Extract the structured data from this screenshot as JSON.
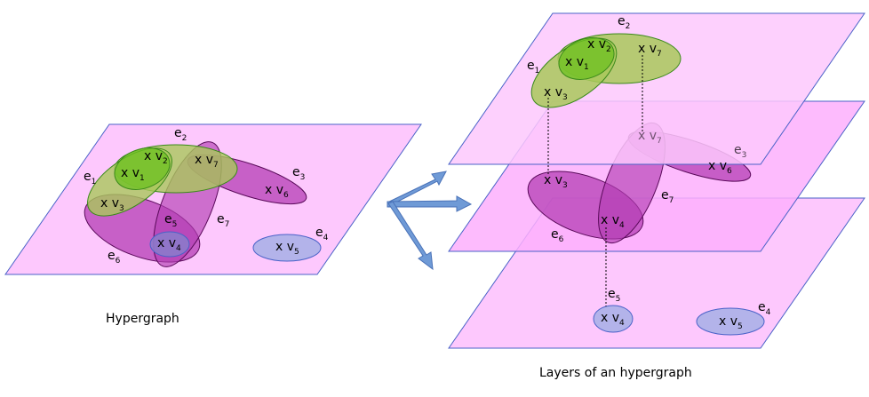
{
  "left": {
    "caption": "Hypergraph",
    "edges": {
      "e1": "e",
      "e1s": "1",
      "e2": "e",
      "e2s": "2",
      "e3": "e",
      "e3s": "3",
      "e4": "e",
      "e4s": "4",
      "e5": "e",
      "e5s": "5",
      "e6": "e",
      "e6s": "6",
      "e7": "e",
      "e7s": "7"
    },
    "vertices": {
      "v1": "x v",
      "v1s": "1",
      "v2": "x v",
      "v2s": "2",
      "v3": "x v",
      "v3s": "3",
      "v4": "x v",
      "v4s": "4",
      "v5": "x v",
      "v5s": "5",
      "v6": "x v",
      "v6s": "6",
      "v7": "x v",
      "v7s": "7"
    }
  },
  "right": {
    "caption": "Layers of an hypergraph",
    "top": {
      "e1": "e",
      "e1s": "1",
      "e2": "e",
      "e2s": "2",
      "v1": "x v",
      "v1s": "1",
      "v2": "x v",
      "v2s": "2",
      "v3": "x v",
      "v3s": "3",
      "v7": "x v",
      "v7s": "7"
    },
    "middle": {
      "e3": "e",
      "e3s": "3",
      "e6": "e",
      "e6s": "6",
      "e7": "e",
      "e7s": "7",
      "v3": "x v",
      "v3s": "3",
      "v4": "x v",
      "v4s": "4",
      "v6": "x v",
      "v6s": "6",
      "v7": "x v",
      "v7s": "7"
    },
    "bottom": {
      "e4": "e",
      "e4s": "4",
      "e5": "e",
      "e5s": "5",
      "v4": "x v",
      "v4s": "4",
      "v5": "x v",
      "v5s": "5"
    }
  },
  "colors": {
    "plane_fill": "#fdc8fd",
    "plane_stroke": "#4a62c8",
    "green_fill": "#8fd13f",
    "olive_fill": "#a9c85a",
    "purple_fill": "#b43eb4",
    "blue_fill": "#b3b3ea",
    "arrow_fill": "#6f9ad6"
  }
}
